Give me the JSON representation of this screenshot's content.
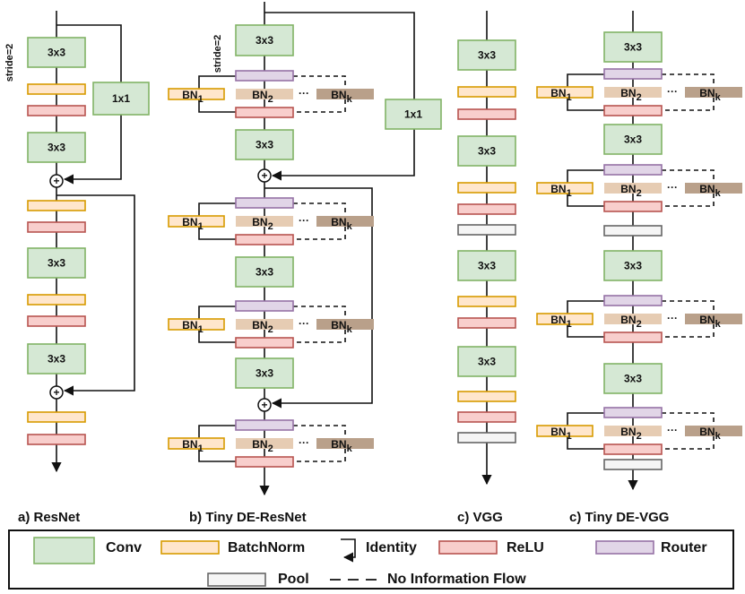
{
  "labels": {
    "conv": "3x3",
    "shortcut": "1x1",
    "stride": "stride=2",
    "bn1": "BN",
    "bn1_sub": "1",
    "bn2": "BN",
    "bn2_sub": "2",
    "bnk": "BN",
    "bnk_sub": "k",
    "dots": "···",
    "plus": "+"
  },
  "captions": {
    "resnet": "a) ResNet",
    "tiny_resnet": "b) Tiny DE-ResNet",
    "vgg": "c) VGG",
    "tiny_vgg": "c) Tiny DE-VGG"
  },
  "legend": {
    "conv": "Conv",
    "batchnorm": "BatchNorm",
    "identity": "Identity",
    "relu": "ReLU",
    "router": "Router",
    "pool": "Pool",
    "no_flow": "No Information Flow"
  },
  "colors": {
    "conv_fill": "#d5e8d4",
    "conv_stroke": "#82b366",
    "bn_fill": "#ffe6cc",
    "bn_stroke": "#d79b00",
    "relu_fill": "#f8cecc",
    "relu_stroke": "#b85450",
    "router_fill": "#e1d5e7",
    "router_stroke": "#9673a6",
    "pool_fill": "#f5f5f5",
    "pool_stroke": "#666666",
    "bn2_fill": "#e6ccb3",
    "bnk_fill": "#b9a08a"
  }
}
